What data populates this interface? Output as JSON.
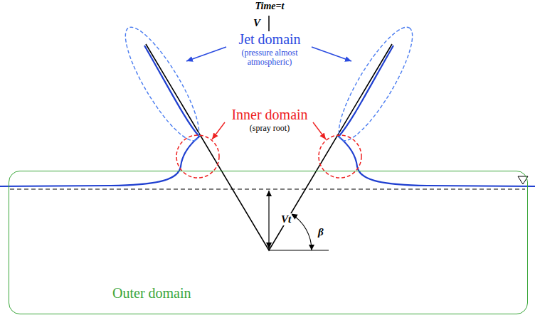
{
  "diagram": {
    "nodes": [
      {
        "text": [
          "Outer domain"
        ]
      }
    ],
    "labels": [
      "Time=t",
      "V",
      "Jet domain",
      "(pressure almost atmospheric)",
      "Inner domain",
      "(spray root)",
      "Vt",
      "β"
    ]
  }
}
